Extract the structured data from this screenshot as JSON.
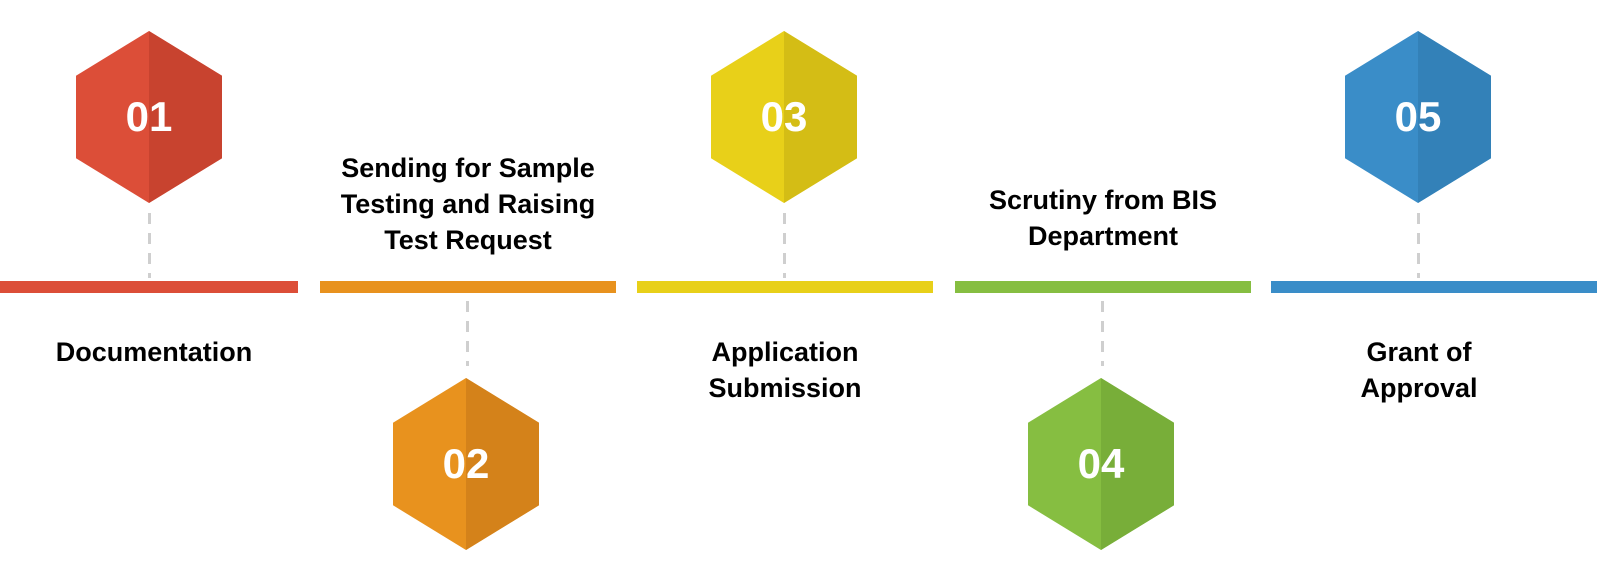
{
  "diagram": {
    "type": "process-timeline",
    "orientation": "horizontal",
    "step_count": 5,
    "background_color": "#FFFFFF",
    "connector_color": "#CFCFCF",
    "label_color": "#000000"
  },
  "steps": [
    {
      "number": "01",
      "label": "Documentation",
      "color": "#DC4E38",
      "color_dark": "#C8432F",
      "hexagon_position": "above",
      "label_position": "below"
    },
    {
      "number": "02",
      "label": "Sending for Sample\nTesting and Raising\nTest Request",
      "color": "#E8921E",
      "color_dark": "#D4821A",
      "hexagon_position": "below",
      "label_position": "above"
    },
    {
      "number": "03",
      "label": "Application\nSubmission",
      "color": "#E8D019",
      "color_dark": "#D4BD15",
      "hexagon_position": "above",
      "label_position": "below"
    },
    {
      "number": "04",
      "label": "Scrutiny from BIS\nDepartment",
      "color": "#86BE41",
      "color_dark": "#78AE39",
      "hexagon_position": "below",
      "label_position": "above"
    },
    {
      "number": "05",
      "label": "Grant of\nApproval",
      "color": "#3A8DC8",
      "color_dark": "#3381B8",
      "hexagon_position": "above",
      "label_position": "below"
    }
  ]
}
